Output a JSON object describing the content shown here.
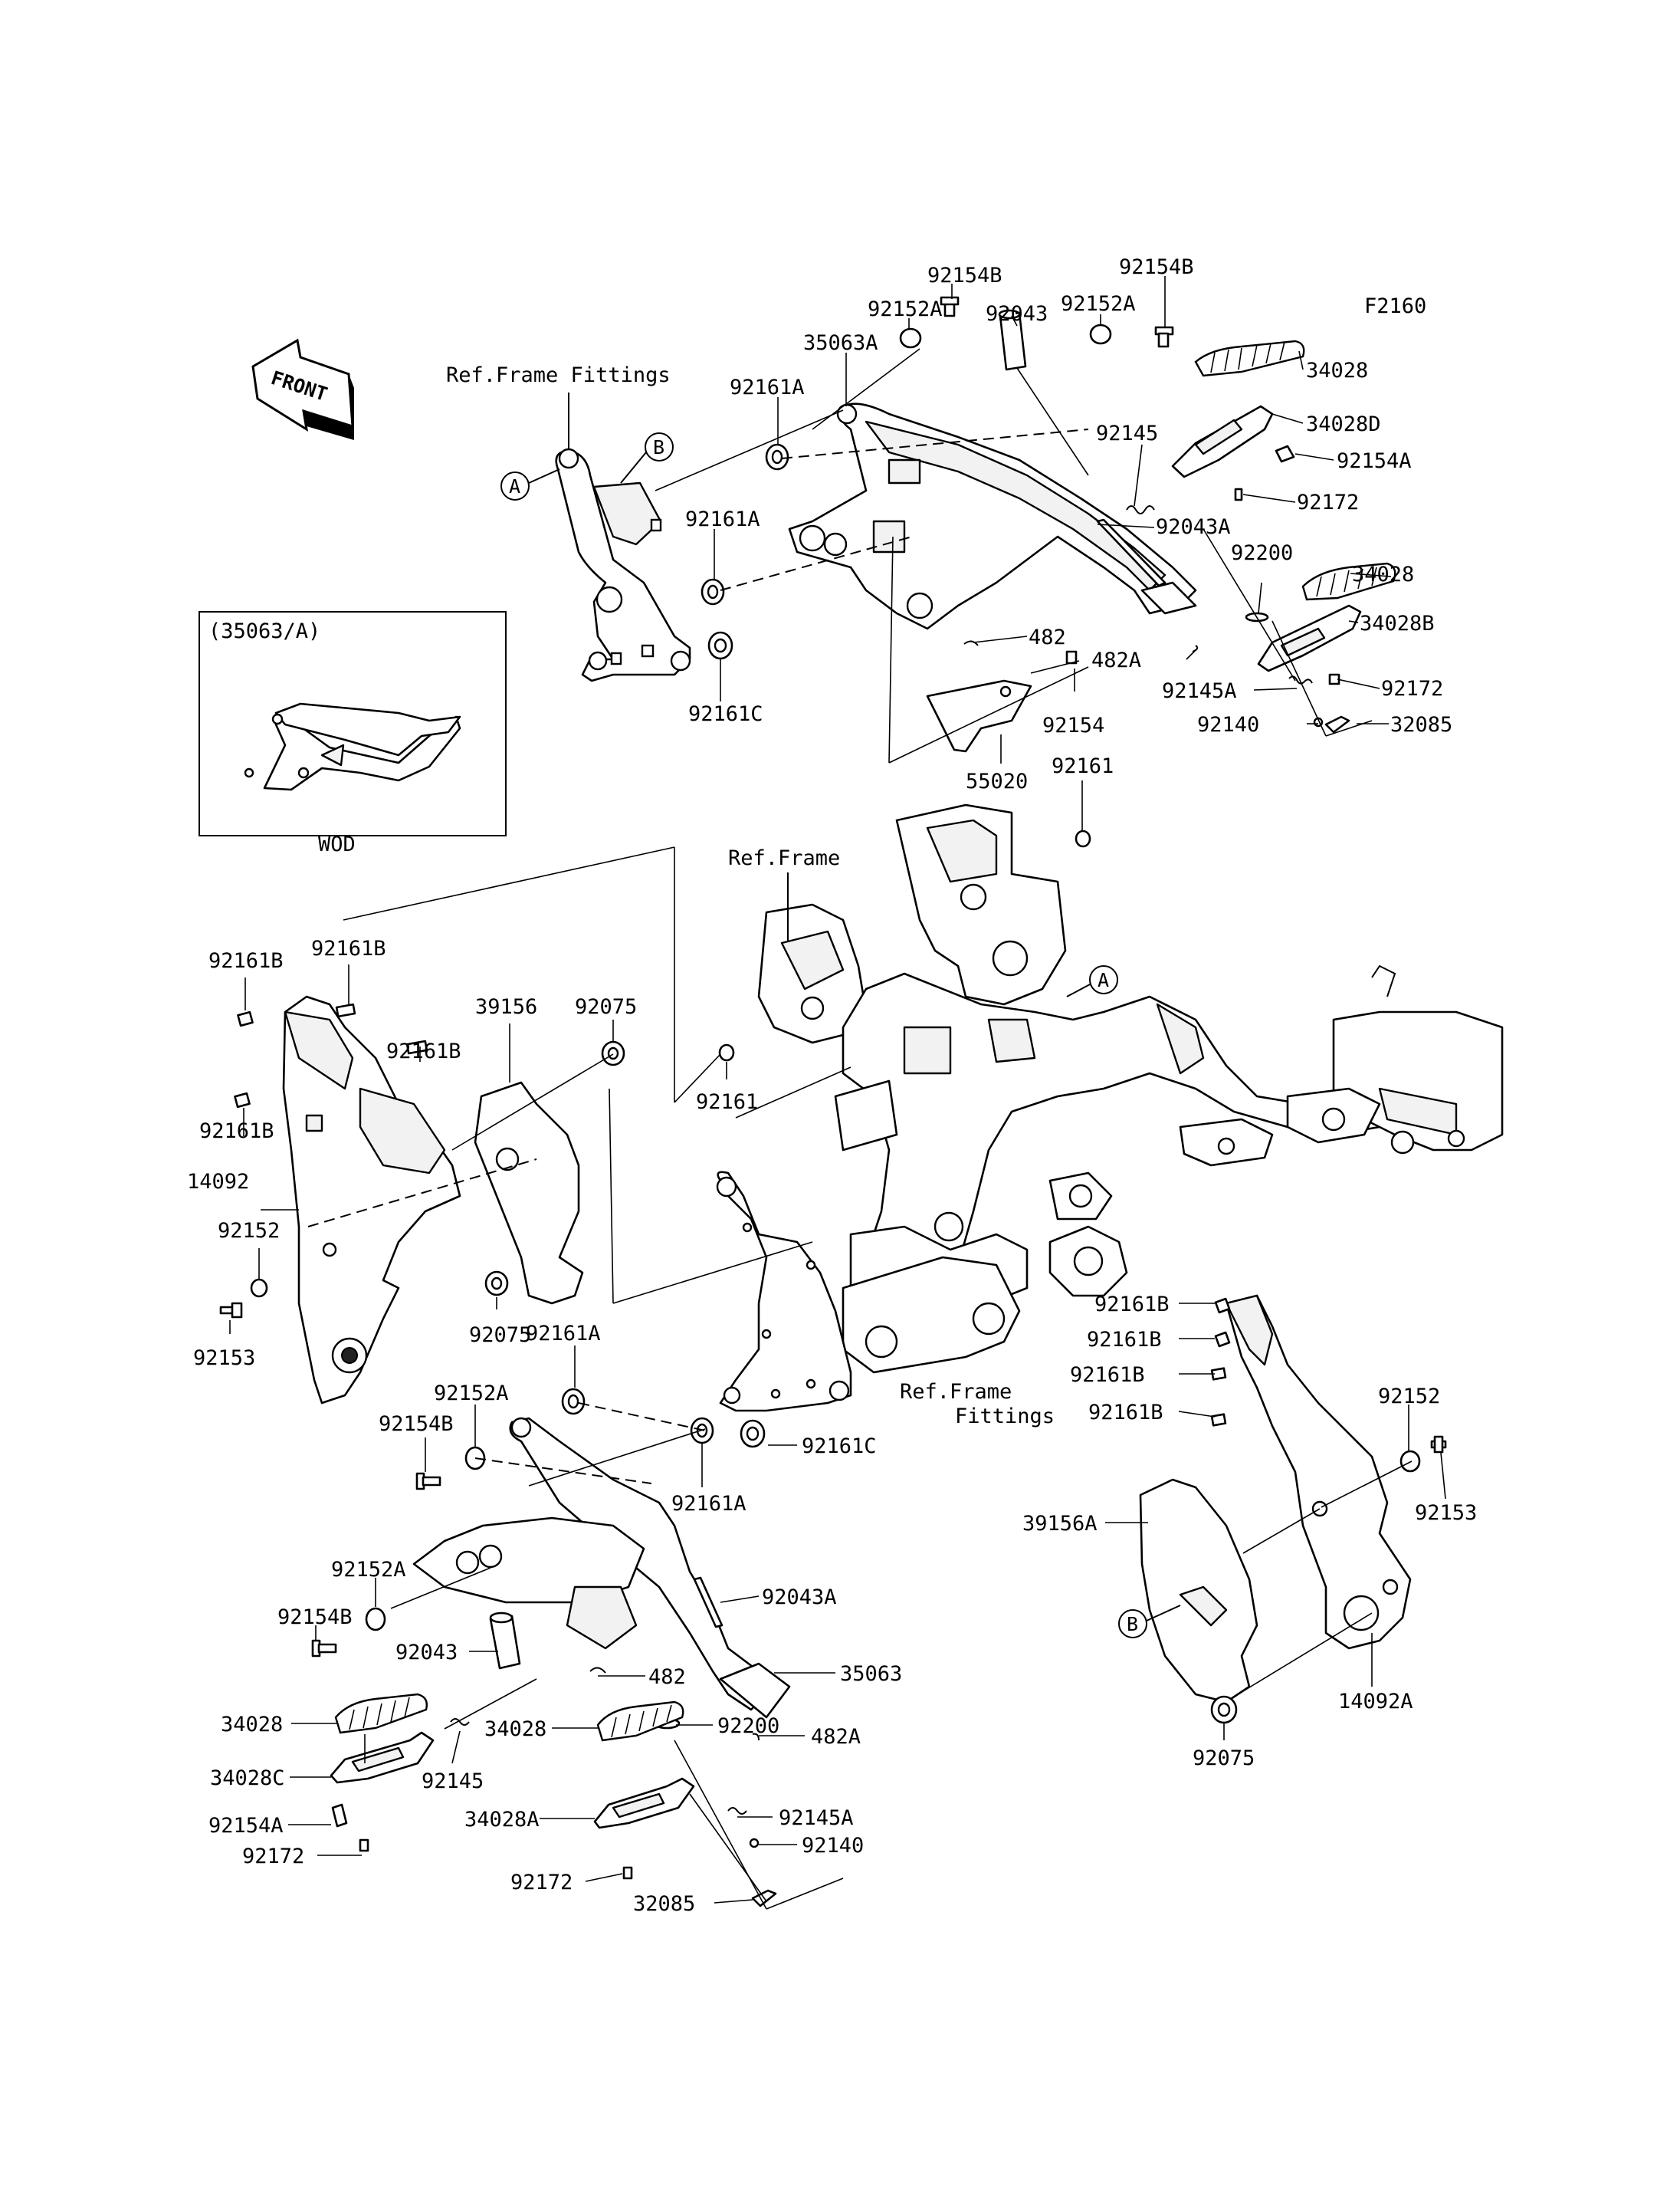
{
  "diagram_code": "F2160",
  "front_label": "FRONT",
  "inset": {
    "title": "(35063/A)",
    "caption": "WOD"
  },
  "callouts": {
    "a": "A",
    "b": "B"
  },
  "refs": {
    "frame_fittings_top": "Ref.Frame Fittings",
    "frame": "Ref.Frame",
    "frame_fittings_bottom_1": "Ref.Frame",
    "frame_fittings_bottom_2": "Fittings"
  },
  "labels": {
    "p92154B_1": "92154B",
    "p92154B_2": "92154B",
    "p92152A_1": "92152A",
    "p92043_1": "92043",
    "p92152A_2": "92152A",
    "p35063A": "35063A",
    "p92161A_1": "92161A",
    "p34028_1": "34028",
    "p34028D": "34028D",
    "p92145_1": "92145",
    "p92154A_1": "92154A",
    "p92172_1": "92172",
    "p92161A_2": "92161A",
    "p92043A_1": "92043A",
    "p92200_1": "92200",
    "p34028_2": "34028",
    "p482_1": "482",
    "p482A_1": "482A",
    "p34028B": "34028B",
    "p92145A_1": "92145A",
    "p92172_2": "92172",
    "p92161C_1": "92161C",
    "p92154": "92154",
    "p92140_1": "92140",
    "p32085_1": "32085",
    "p55020": "55020",
    "p92161_1": "92161",
    "p92161B_1": "92161B",
    "p92161B_2": "92161B",
    "p39156": "39156",
    "p92075_1": "92075",
    "p92161B_3": "92161B",
    "p92161_2": "92161",
    "p92161B_4": "92161B",
    "p14092": "14092",
    "p92152_1": "92152",
    "p92153_1": "92153",
    "p92075_2": "92075",
    "p92161A_3": "92161A",
    "p92152A_3": "92152A",
    "p92154B_3": "92154B",
    "p92161C_2": "92161C",
    "p92161A_4": "92161A",
    "p92161B_5": "92161B",
    "p92161B_6": "92161B",
    "p92161B_7": "92161B",
    "p92161B_8": "92161B",
    "p92152_2": "92152",
    "p92153_2": "92153",
    "p39156A": "39156A",
    "p92152A_4": "92152A",
    "p92154B_4": "92154B",
    "p92043A_2": "92043A",
    "p92043_2": "92043",
    "p482_2": "482",
    "p35063": "35063",
    "p34028_3": "34028",
    "p34028_4": "34028",
    "p482A_2": "482A",
    "p92200_2": "92200",
    "p34028C": "34028C",
    "p92145_2": "92145",
    "p34028A": "34028A",
    "p92145A_2": "92145A",
    "p92154A_2": "92154A",
    "p92140_2": "92140",
    "p92172_3": "92172",
    "p92172_4": "92172",
    "p32085_2": "32085",
    "p14092A": "14092A",
    "p92075_3": "92075"
  }
}
